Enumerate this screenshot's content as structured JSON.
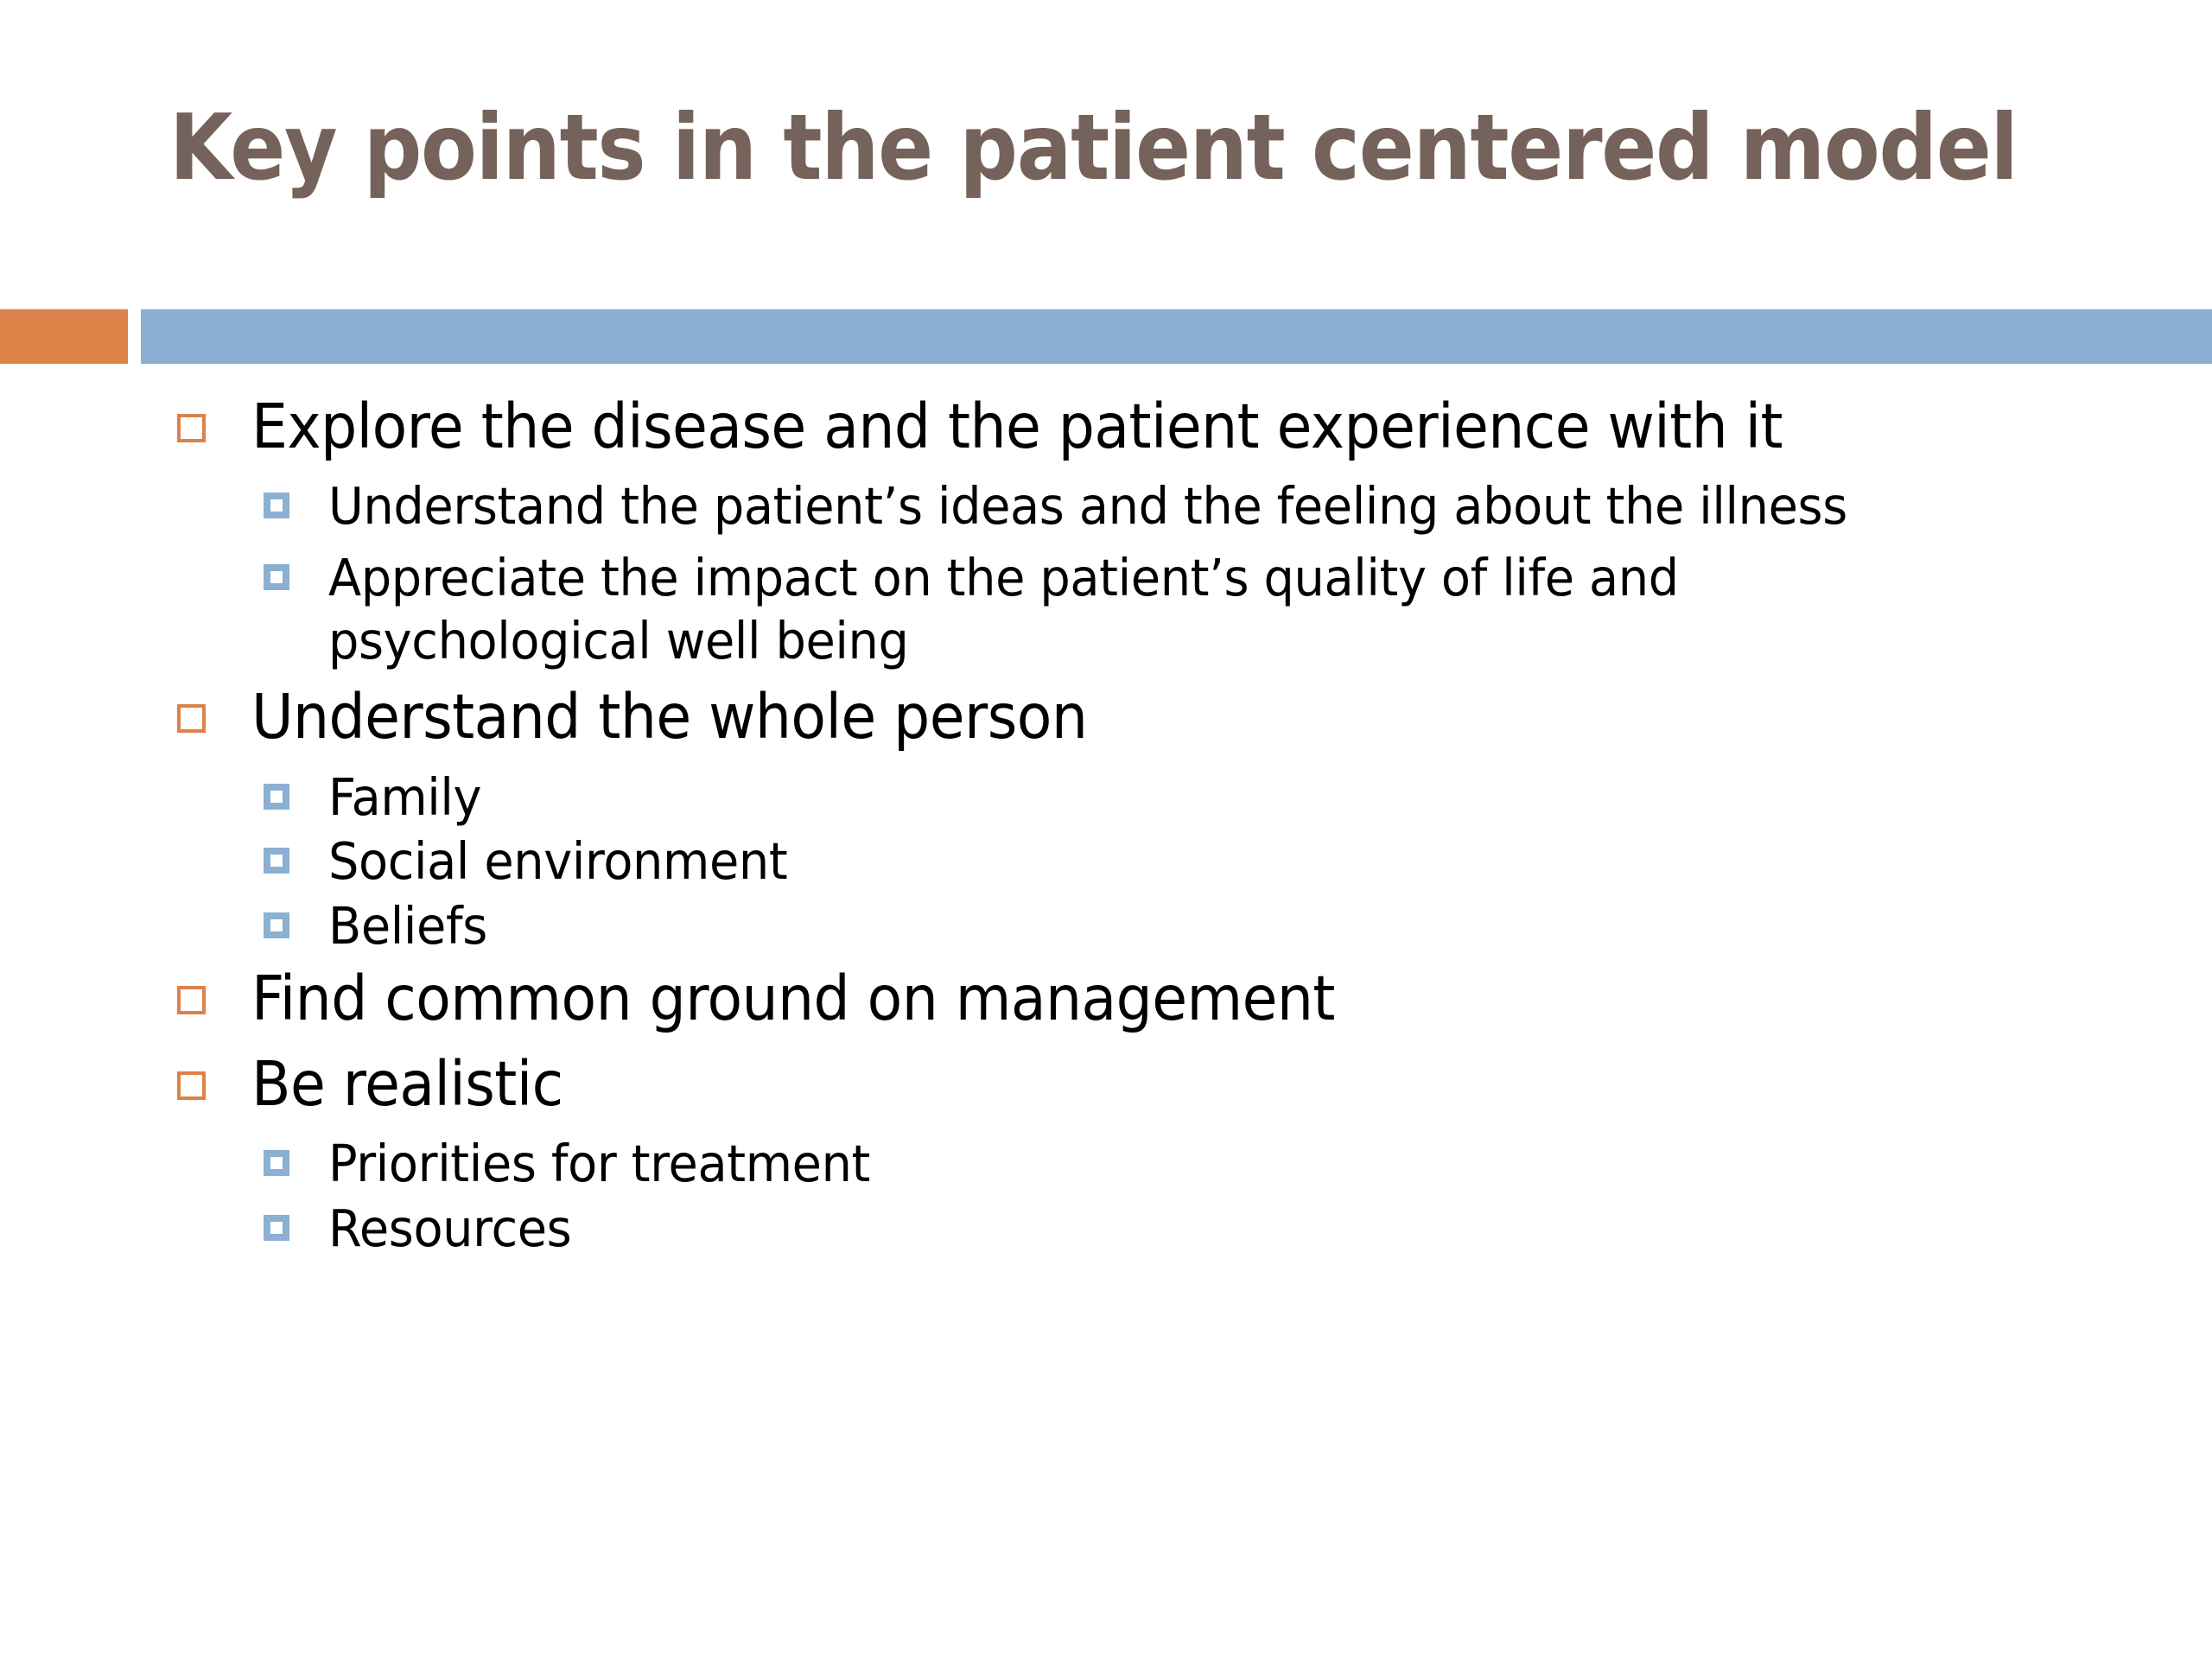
{
  "slide": {
    "title": "Key points in the patient centered model",
    "colors": {
      "title_text": "#75625A",
      "accent_orange": "#DC8249",
      "accent_blue": "#8BB0D2",
      "body_text": "#000000",
      "background": "#FFFFFF"
    },
    "divider": {
      "accent_name": "orange-accent-block",
      "rule_name": "blue-rule-bar"
    },
    "bullets": [
      {
        "level": 1,
        "marker": "orange-hollow-square-bullet",
        "text": "Explore the disease and the patient experience with it"
      },
      {
        "level": 2,
        "marker": "blue-square-bullet",
        "text": "Understand the patient’s ideas and the feeling about the illness"
      },
      {
        "level": 2,
        "marker": "blue-square-bullet",
        "text": "Appreciate the impact on the patient’s quality of life and psychological well being"
      },
      {
        "level": 1,
        "marker": "orange-hollow-square-bullet",
        "text": "Understand the whole person"
      },
      {
        "level": 2,
        "marker": "blue-square-bullet",
        "text": "Family"
      },
      {
        "level": 2,
        "marker": "blue-square-bullet",
        "text": "Social environment"
      },
      {
        "level": 2,
        "marker": "blue-square-bullet",
        "text": "Beliefs"
      },
      {
        "level": 1,
        "marker": "orange-hollow-square-bullet",
        "text": "Find common ground on management"
      },
      {
        "level": 1,
        "marker": "orange-hollow-square-bullet",
        "text": "Be realistic"
      },
      {
        "level": 2,
        "marker": "blue-square-bullet",
        "text": "Priorities for treatment"
      },
      {
        "level": 2,
        "marker": "blue-square-bullet",
        "text": "Resources"
      }
    ]
  }
}
